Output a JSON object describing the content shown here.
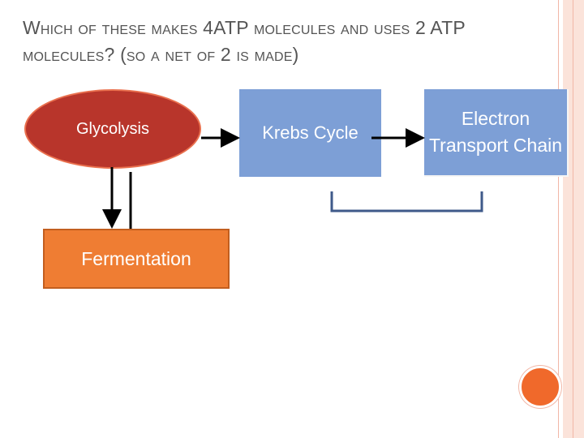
{
  "title": "Which of these makes 4ATP molecules and uses 2 ATP molecules? (so a net of 2 is made)",
  "nodes": {
    "glycolysis": "Glycolysis",
    "krebs": "Krebs Cycle",
    "etc": "Electron Transport Chain",
    "fermentation": "Fermentation"
  },
  "colors": {
    "glycolysis_fill": "#b8352b",
    "box_blue": "#7d9fd6",
    "fermentation_fill": "#ef7d33",
    "accent_dot": "#f0692b",
    "border_pink": "#fbe3da"
  }
}
